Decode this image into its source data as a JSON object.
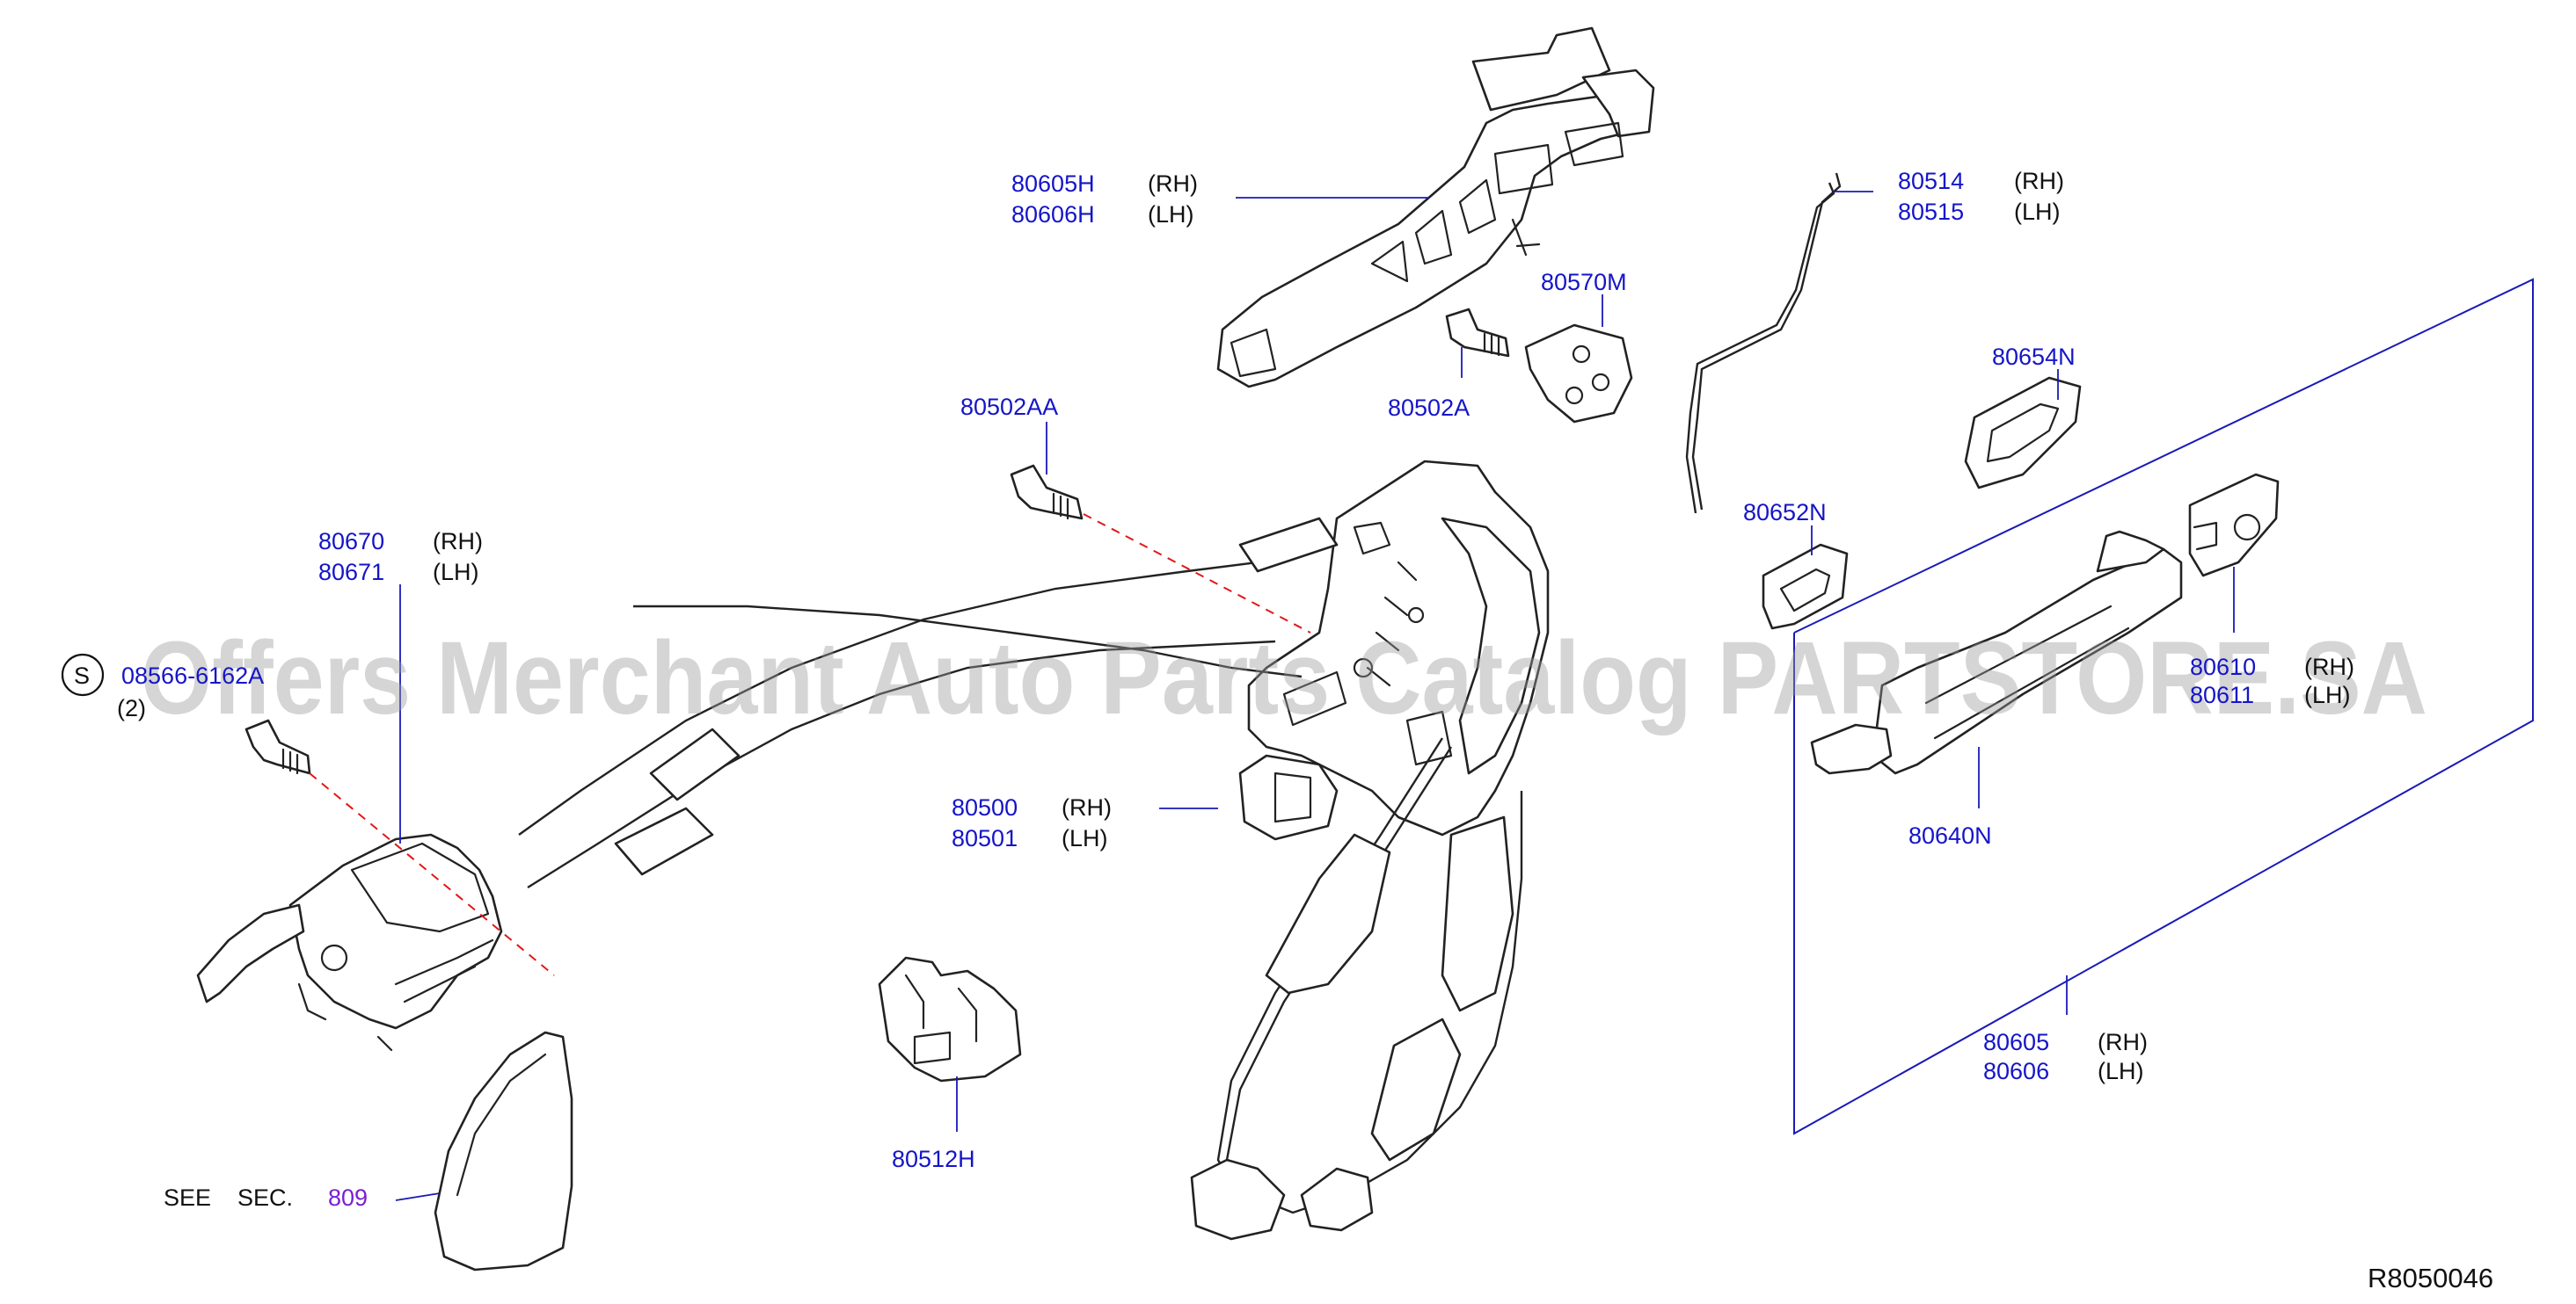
{
  "diagram": {
    "reference_code": "R8050046",
    "watermark": "Offers Merchant Auto Parts Catalog PARTSTORE.SA",
    "see_section": {
      "see_label": "SEE",
      "sec_label": "SEC.",
      "section_number": "809"
    },
    "screw_symbol": {
      "symbol": "S",
      "part_number": "08566-6162A",
      "quantity": "(2)"
    },
    "callouts": [
      {
        "id": "outside-handle-bracket",
        "part_numbers": [
          "80605H",
          "80606H"
        ],
        "sides": [
          "(RH)",
          "(LH)"
        ]
      },
      {
        "id": "lock-rod",
        "part_numbers": [
          "80514",
          "80515"
        ],
        "sides": [
          "(RH)",
          "(LH)"
        ]
      },
      {
        "id": "bracket-plate",
        "part_numbers": [
          "80570M"
        ],
        "sides": []
      },
      {
        "id": "handle-bolt",
        "part_numbers": [
          "80502A"
        ],
        "sides": []
      },
      {
        "id": "escutcheon-gasket-front",
        "part_numbers": [
          "80654N"
        ],
        "sides": []
      },
      {
        "id": "escutcheon-gasket-rear",
        "part_numbers": [
          "80652N"
        ],
        "sides": []
      },
      {
        "id": "lock-bolt",
        "part_numbers": [
          "80502AA"
        ],
        "sides": []
      },
      {
        "id": "inside-handle",
        "part_numbers": [
          "80670",
          "80671"
        ],
        "sides": [
          "(RH)",
          "(LH)"
        ]
      },
      {
        "id": "key-cylinder-cap",
        "part_numbers": [
          "80610",
          "80611"
        ],
        "sides": [
          "(RH)",
          "(LH)"
        ]
      },
      {
        "id": "door-lock-actuator",
        "part_numbers": [
          "80500",
          "80501"
        ],
        "sides": [
          "(RH)",
          "(LH)"
        ]
      },
      {
        "id": "outside-handle-grip",
        "part_numbers": [
          "80640N"
        ],
        "sides": []
      },
      {
        "id": "cable-clip",
        "part_numbers": [
          "80512H"
        ],
        "sides": []
      },
      {
        "id": "outside-handle-assembly",
        "part_numbers": [
          "80605",
          "80606"
        ],
        "sides": [
          "(RH)",
          "(LH)"
        ]
      }
    ]
  }
}
